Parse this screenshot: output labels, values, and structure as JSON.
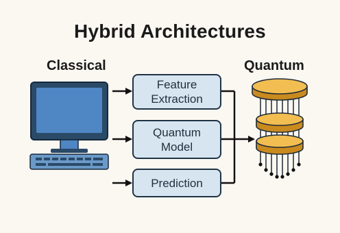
{
  "title": "Hybrid Architectures",
  "sections": {
    "classical": "Classical",
    "quantum": "Quantum"
  },
  "stages": [
    {
      "line1": "Feature",
      "line2": "Extraction"
    },
    {
      "line1": "Quantum",
      "line2": "Model"
    },
    {
      "line1": "Prediction",
      "line2": ""
    }
  ],
  "icons": {
    "classical": "desktop-computer-icon",
    "quantum": "quantum-chip-icon"
  },
  "colors": {
    "background": "#fbf8f2",
    "box_fill": "#d7e5f1",
    "outline": "#1f3345",
    "monitor_screen": "#4f86c4",
    "quantum_gold": "#f0b84a"
  }
}
